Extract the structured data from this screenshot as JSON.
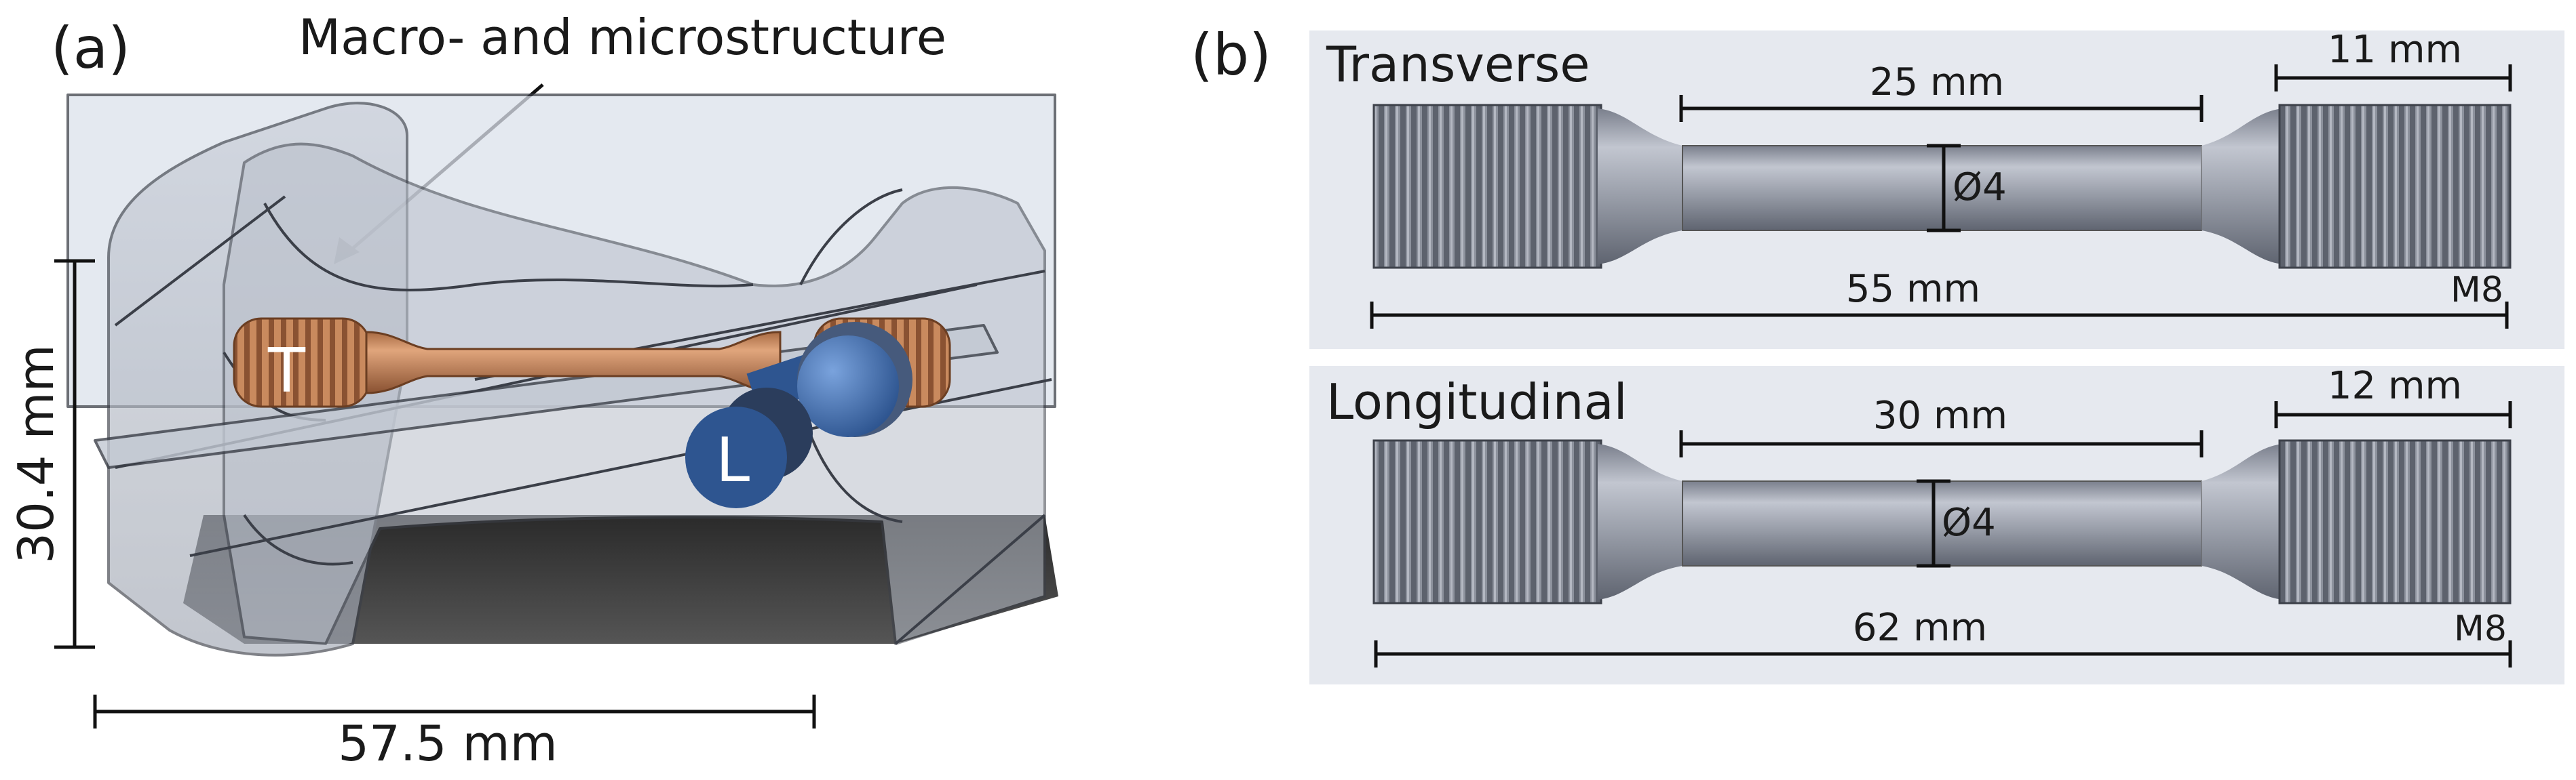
{
  "panel_a": {
    "label": "(a)",
    "annotation": "Macro- and microstructure",
    "height_dim": "30.4 mm",
    "width_dim": "57.5 mm",
    "marker_t": "T",
    "marker_l": "L"
  },
  "panel_b": {
    "label": "(b)",
    "transverse": {
      "title": "Transverse",
      "gauge_length": "25 mm",
      "thread_length": "11 mm",
      "diameter": "Ø4",
      "total_length": "55 mm",
      "thread_spec": "M8"
    },
    "longitudinal": {
      "title": "Longitudinal",
      "gauge_length": "30 mm",
      "thread_length": "12 mm",
      "diameter": "Ø4",
      "total_length": "62 mm",
      "thread_spec": "M8"
    }
  },
  "colors": {
    "specimen_metal": "#8f949e",
    "copper_specimen": "#c98a5e",
    "marker_blue": "#2e5590",
    "panel_bg": "#e6e9ef"
  }
}
